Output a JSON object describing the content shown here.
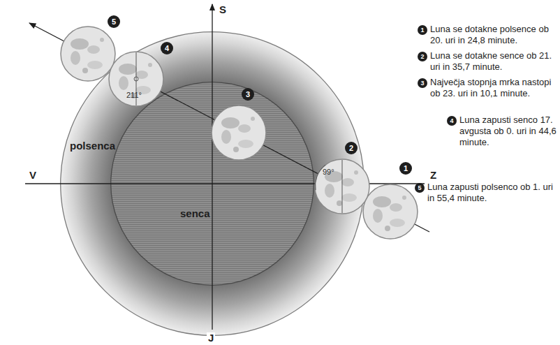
{
  "diagram": {
    "nodes": [
      {
        "text": [
          "polsenca"
        ]
      },
      {
        "text": [
          "senca"
        ],
        "in": 0
      }
    ],
    "labels": [
      "S",
      "J",
      "V",
      "Z",
      "5",
      "4",
      "3",
      "2",
      "1",
      "211°",
      "99°",
      "1",
      "Luna se dotakne polsence ob 20. uri in 24,8 minute.",
      "2",
      "Luna se dotakne sence ob 21. uri in 35,7 minute.",
      "3",
      "Največja stopnja mrka nastopi ob 23. uri in 10,1 minute.",
      "4",
      "Luna zapusti senco 17. avgusta ob 0. uri in 44,6 minute.",
      "5",
      "Luna zapusti polsenco ob 1. uri in 55,4 minute."
    ]
  }
}
